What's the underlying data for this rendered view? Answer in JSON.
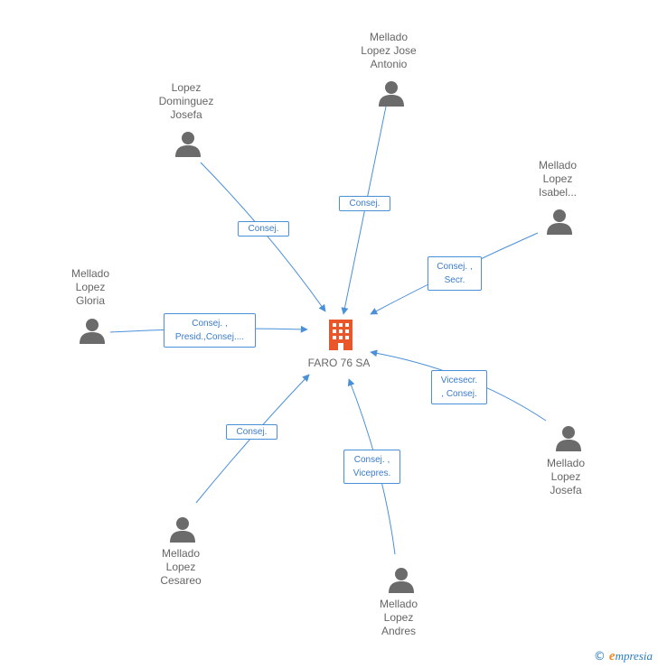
{
  "center": {
    "name": "FARO 76 SA",
    "color": "#e8562a"
  },
  "edge_color": "#4a90d9",
  "icon_color": "#6b6b6b",
  "people": [
    {
      "name_lines": [
        "Mellado",
        "Lopez Jose",
        "Antonio"
      ],
      "role_lines": [
        "Consej."
      ]
    },
    {
      "name_lines": [
        "Lopez",
        "Dominguez",
        "Josefa"
      ],
      "role_lines": [
        "Consej."
      ]
    },
    {
      "name_lines": [
        "Mellado",
        "Lopez",
        "Isabel..."
      ],
      "role_lines": [
        "Consej. ,",
        "Secr."
      ]
    },
    {
      "name_lines": [
        "Mellado",
        "Lopez",
        "Gloria"
      ],
      "role_lines": [
        "Consej. ,",
        "Presid.,Consej...."
      ]
    },
    {
      "name_lines": [
        "Mellado",
        "Lopez",
        "Josefa"
      ],
      "role_lines": [
        "Vicesecr.",
        ", Consej."
      ]
    },
    {
      "name_lines": [
        "Mellado",
        "Lopez",
        "Cesareo"
      ],
      "role_lines": [
        "Consej."
      ]
    },
    {
      "name_lines": [
        "Mellado",
        "Lopez",
        "Andres"
      ],
      "role_lines": [
        "Consej. ,",
        "Vicepres."
      ]
    }
  ],
  "footer": {
    "copyright": "©",
    "brand_first": "e",
    "brand_rest": "mpresia"
  }
}
